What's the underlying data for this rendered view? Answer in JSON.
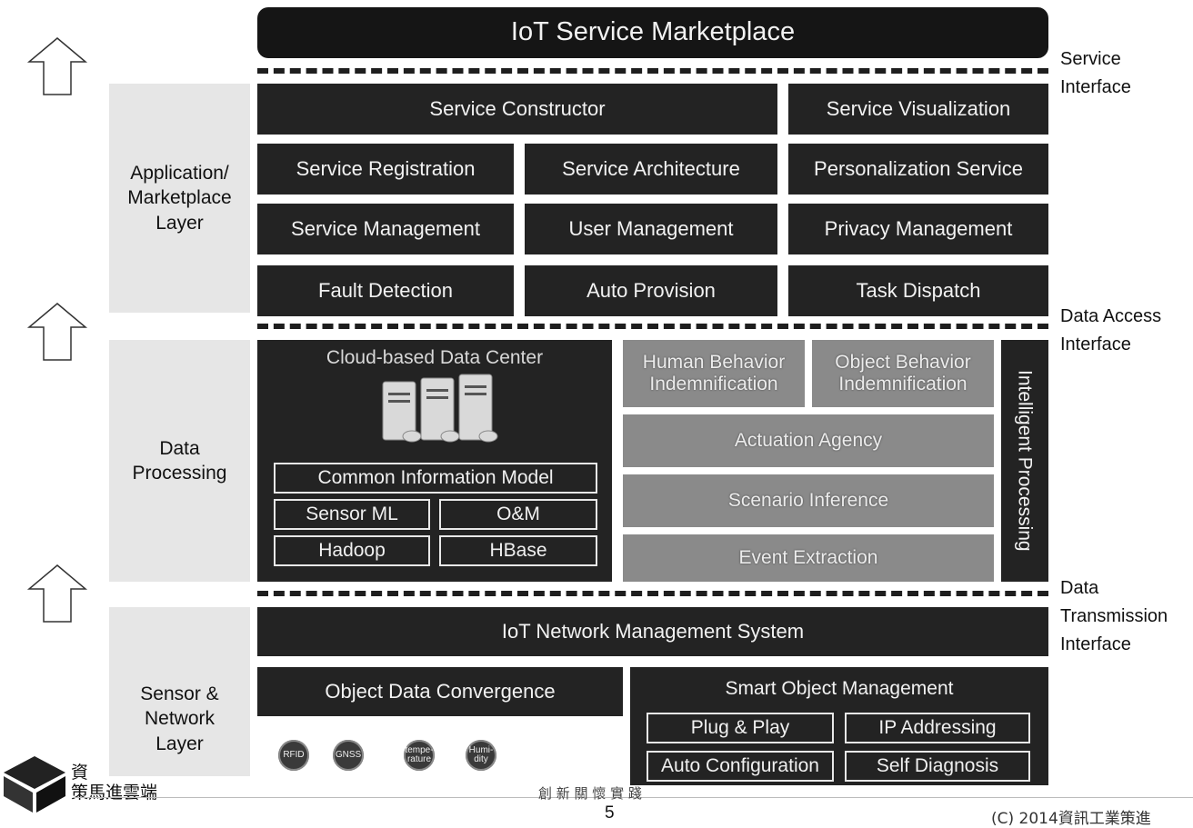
{
  "title": "IoT Service Marketplace",
  "interfaces": {
    "service": "Service\nInterface",
    "data_access": "Data Access\nInterface",
    "data_transmission": "Data\nTransmission\nInterface"
  },
  "layers": {
    "application": "Application/\nMarketplace\nLayer",
    "data_processing": "Data\nProcessing",
    "sensor_network": "Sensor &\nNetwork\nLayer"
  },
  "application_blocks": {
    "service_constructor": "Service Constructor",
    "service_visualization": "Service Visualization",
    "service_registration": "Service Registration",
    "service_architecture": "Service Architecture",
    "personalization_service": "Personalization Service",
    "service_management": "Service Management",
    "user_management": "User Management",
    "privacy_management": "Privacy Management",
    "fault_detection": "Fault Detection",
    "auto_provision": "Auto Provision",
    "task_dispatch": "Task Dispatch"
  },
  "data_center": {
    "title": "Cloud-based Data Center",
    "common_model": "Common Information Model",
    "sensor_ml": "Sensor ML",
    "om": "O&M",
    "hadoop": "Hadoop",
    "hbase": "HBase"
  },
  "intelligent": {
    "label": "Intelligent Processing",
    "human_behavior": "Human Behavior\nIndemnification",
    "object_behavior": "Object Behavior\nIndemnification",
    "actuation_agency": "Actuation Agency",
    "scenario_inference": "Scenario Inference",
    "event_extraction": "Event Extraction"
  },
  "network": {
    "nms": "IoT Network Management System",
    "object_data_convergence": "Object Data Convergence",
    "smart_object_mgmt": "Smart Object Management",
    "plug_play": "Plug & Play",
    "ip_addressing": "IP Addressing",
    "auto_configuration": "Auto Configuration",
    "self_diagnosis": "Self Diagnosis",
    "sensors": [
      "RFID",
      "GNSS",
      "tempe-\nrature",
      "Humi-\ndity"
    ]
  },
  "footer": {
    "logo_text": "資\n策馬進雲端",
    "slogan": "創 新   關 懷   實 踐",
    "page_number": "5",
    "copyright": "(C) 2014資訊工業策進"
  }
}
